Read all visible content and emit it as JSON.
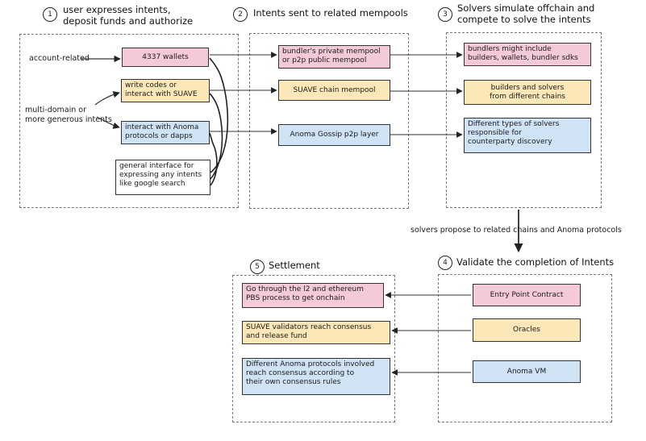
{
  "steps": {
    "s1": {
      "number": "1",
      "title": "user expresses intents,\ndeposit funds and authorize"
    },
    "s2": {
      "number": "2",
      "title": "Intents sent to related mempools"
    },
    "s3": {
      "number": "3",
      "title": "Solvers simulate offchain and\ncompete to solve the intents"
    },
    "s4": {
      "number": "4",
      "title": "Validate the completion of Intents"
    },
    "s5": {
      "number": "5",
      "title": "Settlement"
    }
  },
  "panel1": {
    "label_account": "account-related",
    "label_multi": "multi-domain or\nmore generous intents",
    "box_wallets": "4337 wallets",
    "box_suave": "write codes or\ninteract with SUAVE",
    "box_anoma": "interact with Anoma\nprotocols or dapps",
    "box_general": "general interface for\nexpressing any intents\nlike google search"
  },
  "panel2": {
    "box_bundler": "bundler's private mempool\nor p2p public mempool",
    "box_suave_mempool": "SUAVE chain mempool",
    "box_gossip": "Anoma Gossip p2p layer"
  },
  "panel3": {
    "box_bundlers": "bundlers might include\nbuilders, wallets, bundler sdks",
    "box_builders": "builders and solvers\nfrom different chains",
    "box_solvers": "Different types of solvers\nresponsible for\ncounterparty discovery"
  },
  "transition_label": "solvers propose to related chains and Anoma protocols",
  "panel4": {
    "box_entry": "Entry Point Contract",
    "box_oracles": "Oracles",
    "box_vm": "Anoma VM"
  },
  "panel5": {
    "box_l2": "Go through the l2 and ethereum\nPBS process to get onchain",
    "box_suave_validators": "SUAVE validators reach consensus\nand release fund",
    "box_anoma_consensus": "Different Anoma protocols involved\nreach consensus according to\ntheir own consensus rules"
  },
  "colors": {
    "pink": "#f4c9d9",
    "yellow": "#fbe7b8",
    "blue": "#cfe3f5"
  }
}
